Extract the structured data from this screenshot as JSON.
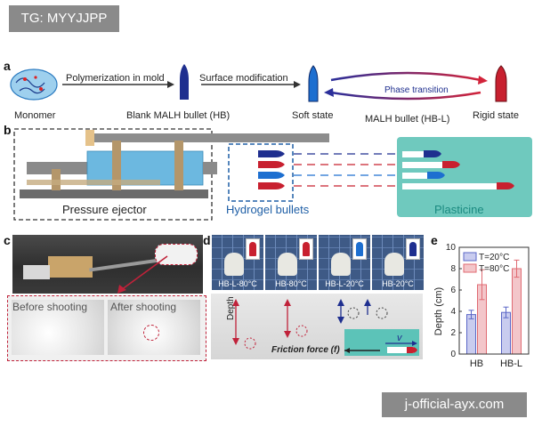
{
  "watermarks": {
    "top": "TG: MYYJJPP",
    "bottom": "j-official-ayx.com"
  },
  "panel_a": {
    "label": "a",
    "monomer": "Monomer",
    "step1": "Polymerization in mold",
    "blank": "Blank MALH bullet (HB)",
    "step2": "Surface modification",
    "soft": "Soft state",
    "transition": "Phase transition",
    "malh": "MALH bullet (HB-L)",
    "rigid": "Rigid state"
  },
  "panel_b": {
    "label": "b",
    "ejector": "Pressure ejector",
    "bullets": "Hydrogel bullets",
    "plasticine": "Plasticine"
  },
  "panel_c": {
    "label": "c",
    "before": "Before shooting",
    "after": "After shooting"
  },
  "panel_d": {
    "label": "d",
    "tiles": [
      "HB-L-80°C",
      "HB-80°C",
      "HB-L-20°C",
      "HB-20°C"
    ],
    "depth": "Depth",
    "friction": "Friction force (f)",
    "velocity": "v"
  },
  "panel_e": {
    "label": "e"
  },
  "colors": {
    "blue": "#1f3f9a",
    "red": "#c8202f",
    "teal": "#5cc3b8",
    "chart_blue": "#5b67c7",
    "chart_red": "#e06b73"
  },
  "chart_data": {
    "type": "bar",
    "categories": [
      "HB",
      "HB-L"
    ],
    "series": [
      {
        "name": "T=20°C",
        "values": [
          3.7,
          3.9
        ],
        "errors": [
          0.4,
          0.5
        ]
      },
      {
        "name": "T=80°C",
        "values": [
          6.5,
          8.0
        ],
        "errors": [
          1.4,
          0.8
        ]
      }
    ],
    "ylabel": "Depth (cm)",
    "ylim": [
      0,
      10
    ],
    "yticks": [
      0,
      2,
      4,
      6,
      8,
      10
    ],
    "legend": "top-left"
  }
}
